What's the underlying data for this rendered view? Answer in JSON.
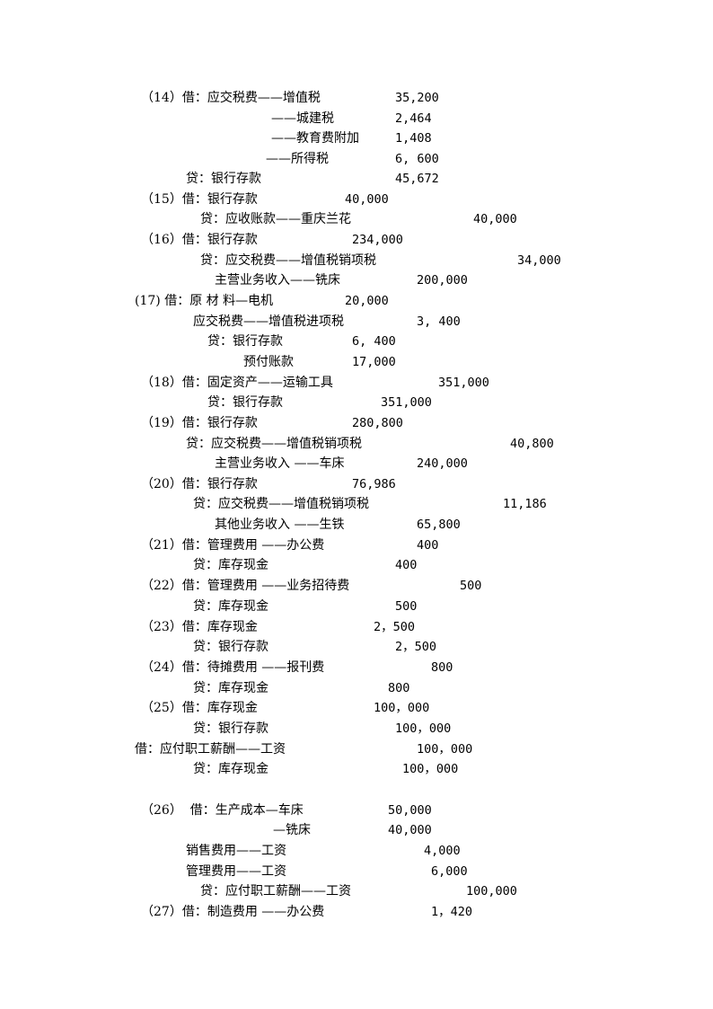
{
  "lines": [
    {
      "text": "（14）借：应交税费——增值税",
      "amount": "35,200"
    },
    {
      "text": "——城建税",
      "amount": "2,464"
    },
    {
      "text": "——教育费附加",
      "amount": "1,408"
    },
    {
      "text": "——所得税",
      "amount": "6, 600"
    },
    {
      "text": "贷：银行存款",
      "amount": "45,672"
    },
    {
      "text": "（15）借：银行存款",
      "amount": "40,000"
    },
    {
      "text": "贷：应收账款——重庆兰花",
      "amount": "40,000"
    },
    {
      "text": "（16）借：银行存款",
      "amount": "234,000"
    },
    {
      "text": "贷：应交税费——增值税销项税",
      "amount": "34,000"
    },
    {
      "text": "主营业务收入——铣床",
      "amount": "200,000"
    },
    {
      "text": "(17) 借：原 材 料—电机",
      "amount": "20,000"
    },
    {
      "text": "应交税费——增值税进项税",
      "amount": "3, 400"
    },
    {
      "text": "贷：银行存款",
      "amount": "6, 400"
    },
    {
      "text": "预付账款",
      "amount": "17,000"
    },
    {
      "text": "（18）借：固定资产——运输工具",
      "amount": "351,000"
    },
    {
      "text": "贷：银行存款",
      "amount": "351,000"
    },
    {
      "text": "（19）借：银行存款",
      "amount": "280,800"
    },
    {
      "text": "贷：应交税费——增值税销项税",
      "amount": "40,800"
    },
    {
      "text": "主营业务收入 ——车床",
      "amount": "240,000"
    },
    {
      "text": "（20）借：银行存款",
      "amount": "76,986"
    },
    {
      "text": "贷：应交税费——增值税销项税",
      "amount": "11,186"
    },
    {
      "text": "其他业务收入 ——生铁",
      "amount": "65,800"
    },
    {
      "text": "（21）借：管理费用 ——办公费",
      "amount": "400"
    },
    {
      "text": "贷：库存现金",
      "amount": "400"
    },
    {
      "text": "（22）借：管理费用 ——业务招待费",
      "amount": "500"
    },
    {
      "text": "贷：库存现金",
      "amount": "500"
    },
    {
      "text": "（23）借：库存现金",
      "amount": "2，500"
    },
    {
      "text": "贷：银行存款",
      "amount": "2，500"
    },
    {
      "text": "（24）借：待摊费用 ——报刊费",
      "amount": "800"
    },
    {
      "text": "贷：库存现金",
      "amount": "800"
    },
    {
      "text": "（25）借：库存现金",
      "amount": "100，000"
    },
    {
      "text": "贷：银行存款",
      "amount": "100，000"
    },
    {
      "text": "借：应付职工薪酬——工资",
      "amount": "100，000"
    },
    {
      "text": "贷：库存现金",
      "amount": "100，000"
    },
    {
      "text": "（26）  借：生产成本—车床",
      "amount": "50,000"
    },
    {
      "text": "—铣床",
      "amount": "40,000"
    },
    {
      "text": "销售费用——工资",
      "amount": "4,000"
    },
    {
      "text": "管理费用——工资",
      "amount": "6,000"
    },
    {
      "text": "贷：应付职工薪酬——工资",
      "amount": "100,000"
    },
    {
      "text": "（27）借：制造费用 ——办公费",
      "amount": "1，420"
    }
  ]
}
